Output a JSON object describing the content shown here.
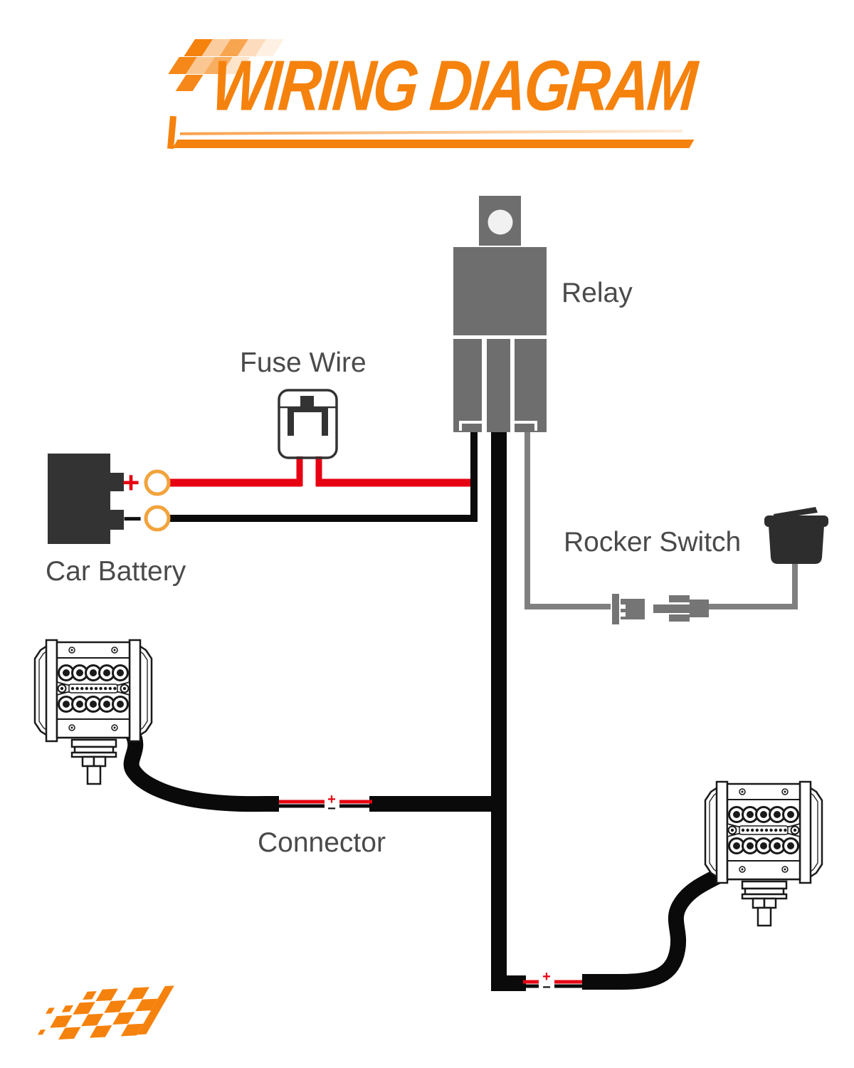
{
  "title": "WIRING DIAGRAM",
  "labels": {
    "relay": "Relay",
    "fuse_wire": "Fuse Wire",
    "car_battery": "Car Battery",
    "rocker_switch": "Rocker Switch",
    "connector": "Connector"
  },
  "marks": {
    "battery_plus": "+",
    "battery_minus": "−",
    "connector1_plus": "+",
    "connector1_minus": "−",
    "connector2_plus": "+",
    "connector2_minus": "−"
  },
  "colors": {
    "accent_orange": "#F5820D",
    "wire_red": "#E60012",
    "wire_black": "#0A0A0A",
    "wire_gray": "#808080",
    "relay_gray": "#6E6E6E",
    "battery_dark": "#333333",
    "ring_orange": "#F2A33C",
    "label_gray": "#4A4A4A",
    "switch_dark": "#2D2D2D",
    "pod_line": "#1A1A1A"
  }
}
